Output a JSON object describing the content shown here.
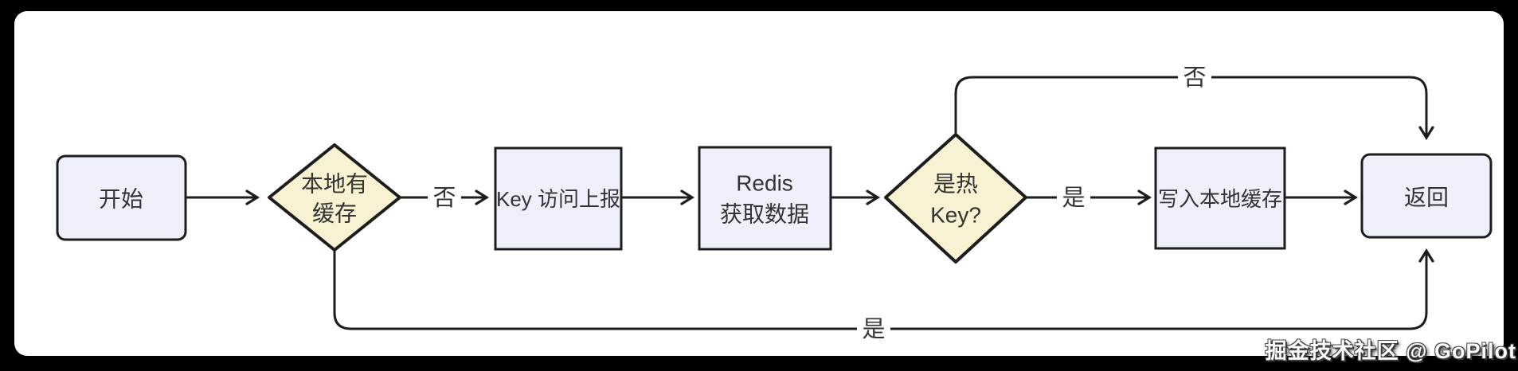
{
  "diagram": {
    "nodes": {
      "start": {
        "label": "开始"
      },
      "has_local_cache": {
        "line1": "本地有",
        "line2": "缓存"
      },
      "key_report": {
        "label": "Key 访问上报"
      },
      "redis_fetch": {
        "line1": "Redis",
        "line2": "获取数据"
      },
      "is_hot_key": {
        "line1": "是热",
        "line2": "Key?"
      },
      "write_local_cache": {
        "label": "写入本地缓存"
      },
      "return": {
        "label": "返回"
      }
    },
    "edge_labels": {
      "cache_check_no": "否",
      "cache_check_yes": "是",
      "hot_key_yes": "是",
      "hot_key_no": "否"
    }
  },
  "watermark": "掘金技术社区 @ GoPilot",
  "colors": {
    "background": "#000000",
    "canvas": "#ffffff",
    "process_fill": "#edeffa",
    "decision_fill": "#f8f2d2",
    "stroke": "#1d1d1d",
    "text": "#333333"
  }
}
